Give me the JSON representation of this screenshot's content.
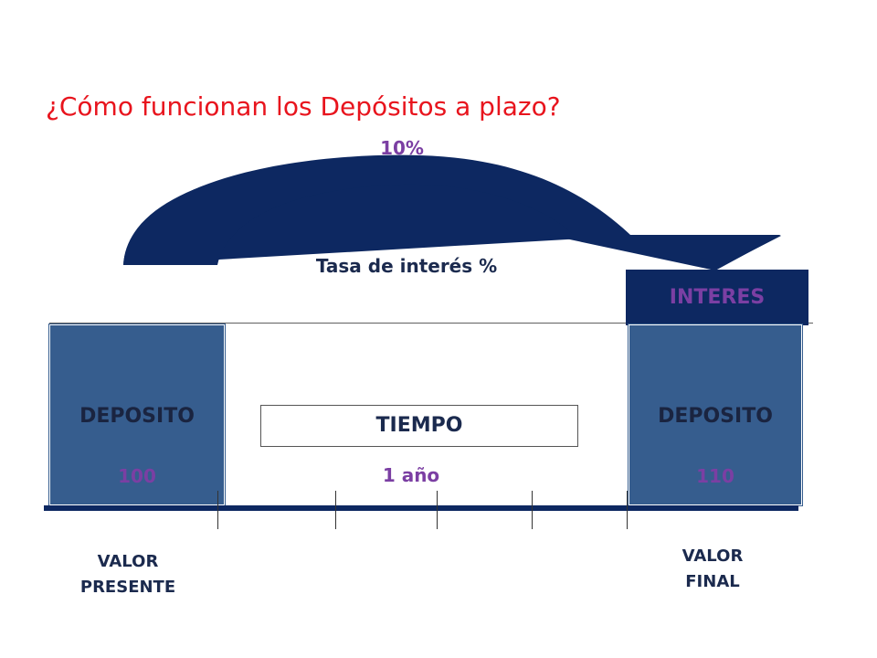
{
  "title": "¿Cómo funcionan los Depósitos a plazo?",
  "rate": "10%",
  "rate_label": "Tasa de interés %",
  "interest_box": "INTERES",
  "left_box": {
    "label": "DEPOSITO",
    "value": "100"
  },
  "right_box": {
    "label": "DEPOSITO",
    "value": "110"
  },
  "time_box": "TIEMPO",
  "period": "1 año",
  "left_axis_label": {
    "line1": "VALOR",
    "line2": "PRESENTE"
  },
  "right_axis_label": {
    "line1": "VALOR",
    "line2": "FINAL"
  },
  "colors": {
    "title": "#e8141d",
    "accent_purple": "#7b3fa3",
    "deposit_box": "#365d8e",
    "navy": "#0d2861"
  }
}
